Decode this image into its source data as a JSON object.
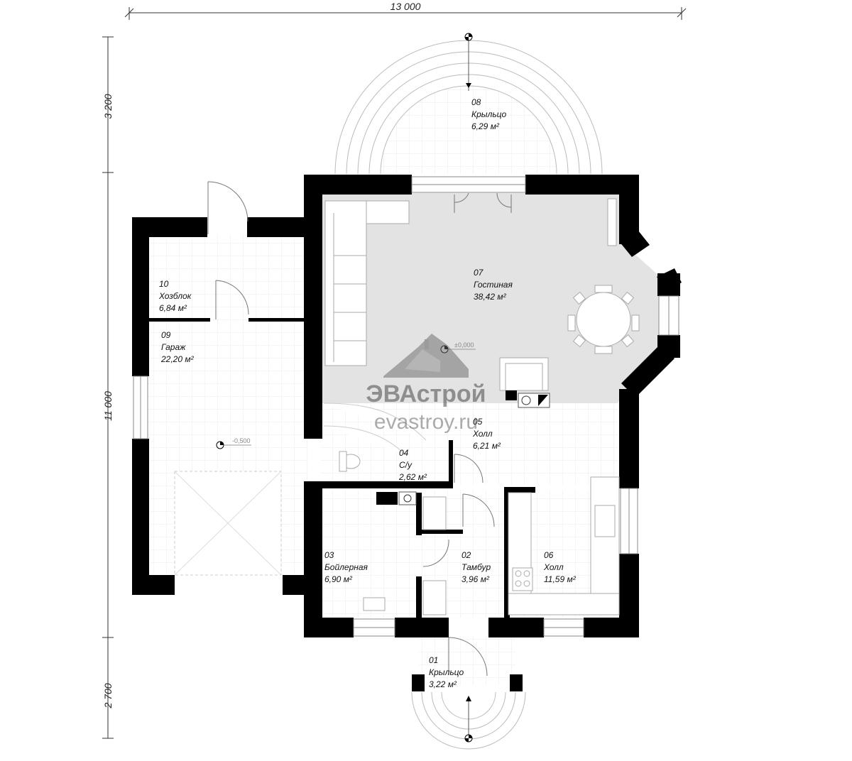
{
  "dimensions": {
    "top_width": "13 000",
    "left_porch_top": "3 200",
    "left_main": "11 000",
    "left_porch_bottom": "2 700"
  },
  "rooms": [
    {
      "num": "01",
      "name": "Крыльцо",
      "area": "3,22 м²"
    },
    {
      "num": "02",
      "name": "Тамбур",
      "area": "3,96 м²"
    },
    {
      "num": "03",
      "name": "Бойлерная",
      "area": "6,90 м²"
    },
    {
      "num": "04",
      "name": "С/у",
      "area": "2,62 м²"
    },
    {
      "num": "05",
      "name": "Холл",
      "area": "6,21 м²"
    },
    {
      "num": "06",
      "name": "Холл",
      "area": "11,59 м²"
    },
    {
      "num": "07",
      "name": "Гостиная",
      "area": "38,42 м²"
    },
    {
      "num": "08",
      "name": "Крыльцо",
      "area": "6,29 м²"
    },
    {
      "num": "09",
      "name": "Гараж",
      "area": "22,20 м²"
    },
    {
      "num": "10",
      "name": "Хозблок",
      "area": "6,84 м²"
    }
  ],
  "levels": {
    "garage": "-0,500",
    "living": "±0,000"
  },
  "watermark": {
    "brand": "ЭВАстрой",
    "site": "evastroy.ru"
  },
  "colors": {
    "wall": "#000000",
    "living_floor": "#e3e3e3",
    "tile_grid": "#ececec"
  }
}
